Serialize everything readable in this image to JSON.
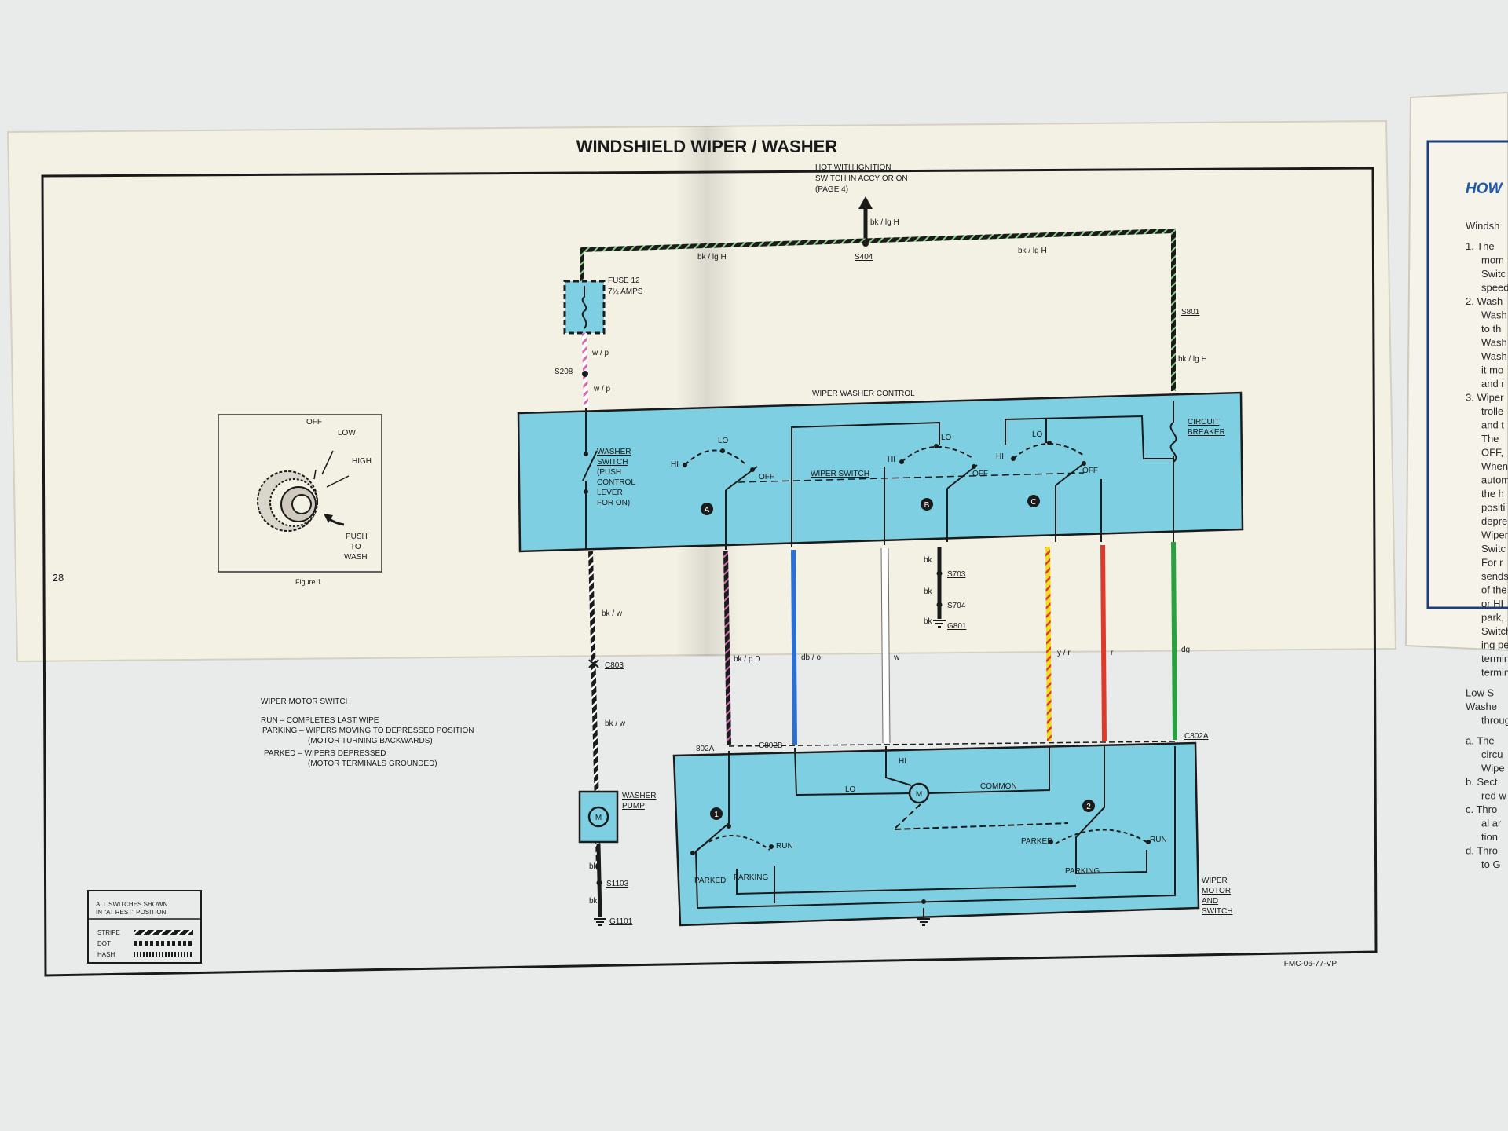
{
  "page_title": "WINDSHIELD WIPER / WASHER",
  "page_number": "28",
  "form_code": "FMC-06-77-VP",
  "top_note": [
    "HOT WITH IGNITION",
    "SWITCH IN ACCY OR ON",
    "(PAGE 4)"
  ],
  "fuse": {
    "name": "FUSE 12",
    "rating": "7½ AMPS"
  },
  "splices": {
    "s404": "S404",
    "s801": "S801",
    "s208": "S208",
    "s703": "S703",
    "s704": "S704",
    "s1103": "S1103"
  },
  "grounds": {
    "g801": "G801",
    "g1101": "G1101"
  },
  "connectors": {
    "c803": "C803",
    "c802a_left": "802A",
    "c802b": "C802B",
    "c802a_right": "C802A"
  },
  "wire_codes": {
    "bk_lgh": "bk / lg H",
    "w_p": "w / p",
    "bk_w": "bk / w",
    "bk_pd": "bk / p D",
    "db_o": "db / o",
    "w": "w",
    "y_r": "y / r",
    "r": "r",
    "dg": "dg",
    "bk": "bk"
  },
  "control": {
    "title": "WIPER WASHER CONTROL",
    "washer_switch": [
      "WASHER",
      "SWITCH",
      "(PUSH",
      "CONTROL",
      "LEVER",
      "FOR ON)"
    ],
    "wiper_switch": "WIPER SWITCH",
    "circuit_breaker": [
      "CIRCUIT",
      "BREAKER"
    ],
    "pos_hi": "HI",
    "pos_lo": "LO",
    "pos_off": "OFF",
    "markers": [
      "A",
      "B",
      "C"
    ]
  },
  "motor": {
    "hi": "HI",
    "lo": "LO",
    "common": "COMMON",
    "run": "RUN",
    "parked": "PARKED",
    "parking": "PARKING",
    "markers": [
      "1",
      "2"
    ],
    "label": [
      "WIPER",
      "MOTOR",
      "AND",
      "SWITCH"
    ],
    "m": "M"
  },
  "washer_pump": [
    "WASHER",
    "PUMP"
  ],
  "figure": {
    "caption": "Figure 1",
    "off": "OFF",
    "low": "LOW",
    "high": "HIGH",
    "push": [
      "PUSH",
      "TO",
      "WASH"
    ]
  },
  "motor_switch_notes": {
    "heading": "WIPER MOTOR SWITCH",
    "lines": [
      "RUN – COMPLETES LAST WIPE",
      "PARKING –   WIPERS MOVING TO DEPRESSED POSITION",
      "(MOTOR TURNING BACKWARDS)",
      "PARKED – WIPERS DEPRESSED",
      "(MOTOR TERMINALS GROUNDED)"
    ]
  },
  "legend": {
    "title": [
      "ALL SWITCHES SHOWN",
      "IN \"AT REST\" POSITION"
    ],
    "items": [
      "STRIPE",
      "DOT",
      "HASH"
    ]
  },
  "right_page": {
    "heading": "HOW",
    "lines": [
      "Windsh",
      "1. The",
      "mom",
      "Switc",
      "speed",
      "2. Wash",
      "Wash",
      "to th",
      "Wash",
      "Wash",
      "it mo",
      "and r",
      "3. Wiper",
      "trolle",
      "and t",
      "The",
      "OFF,",
      "When",
      "autom",
      "the h",
      "positi",
      "depre",
      "Wiper",
      "Switc",
      "For r",
      "sends",
      "of the",
      "or HI",
      "park,",
      "Switch",
      "ing pe",
      "termin",
      "termin",
      "Low S",
      "Washe",
      "throug",
      "a. The",
      "circu",
      "Wipe",
      "b. Sect",
      "red w",
      "c. Thro",
      "al ar",
      "tion",
      "d. Thro",
      "to G"
    ]
  },
  "colors": {
    "panel_blue": "#7fcfe2",
    "paper": "#f3f0e4",
    "wire_black": "#1b1b1b",
    "wire_blue": "#2b6fd2",
    "wire_yellow": "#f0dc18",
    "wire_red": "#de3a2c",
    "wire_green": "#2aa140"
  }
}
